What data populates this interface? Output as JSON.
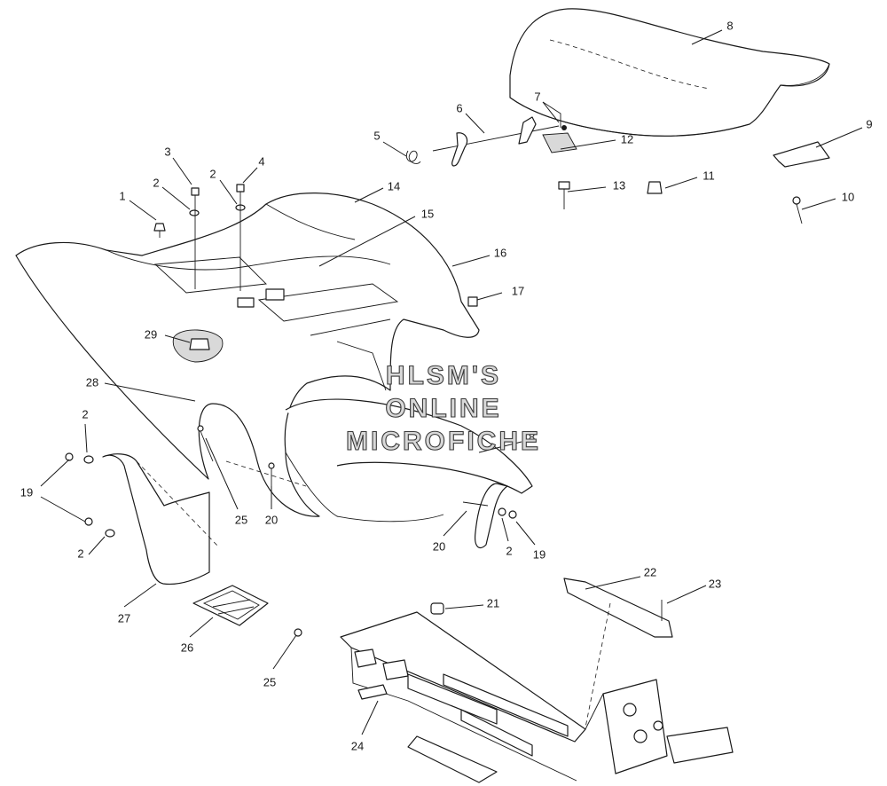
{
  "watermark": {
    "line1": "HLSM'S",
    "line2": "ONLINE",
    "line3": "MICROFICHE"
  },
  "callouts": [
    {
      "id": "c-1",
      "text": "1"
    },
    {
      "id": "c-2a",
      "text": "2"
    },
    {
      "id": "c-3",
      "text": "3"
    },
    {
      "id": "c-2b",
      "text": "2"
    },
    {
      "id": "c-4",
      "text": "4"
    },
    {
      "id": "c-5",
      "text": "5"
    },
    {
      "id": "c-6",
      "text": "6"
    },
    {
      "id": "c-7",
      "text": "7"
    },
    {
      "id": "c-8",
      "text": "8"
    },
    {
      "id": "c-9",
      "text": "9"
    },
    {
      "id": "c-10",
      "text": "10"
    },
    {
      "id": "c-11",
      "text": "11"
    },
    {
      "id": "c-12",
      "text": "12"
    },
    {
      "id": "c-13",
      "text": "13"
    },
    {
      "id": "c-14",
      "text": "14"
    },
    {
      "id": "c-15",
      "text": "15"
    },
    {
      "id": "c-16",
      "text": "16"
    },
    {
      "id": "c-17",
      "text": "17"
    },
    {
      "id": "c-18",
      "text": "18"
    },
    {
      "id": "c-19a",
      "text": "19"
    },
    {
      "id": "c-2c",
      "text": "2"
    },
    {
      "id": "c-2d",
      "text": "2"
    },
    {
      "id": "c-20a",
      "text": "20"
    },
    {
      "id": "c-25a",
      "text": "25"
    },
    {
      "id": "c-20b",
      "text": "20"
    },
    {
      "id": "c-2e",
      "text": "2"
    },
    {
      "id": "c-19b",
      "text": "19"
    },
    {
      "id": "c-21",
      "text": "21"
    },
    {
      "id": "c-22",
      "text": "22"
    },
    {
      "id": "c-23",
      "text": "23"
    },
    {
      "id": "c-24",
      "text": "24"
    },
    {
      "id": "c-25b",
      "text": "25"
    },
    {
      "id": "c-26",
      "text": "26"
    },
    {
      "id": "c-27",
      "text": "27"
    },
    {
      "id": "c-28",
      "text": "28"
    },
    {
      "id": "c-29",
      "text": "29"
    }
  ]
}
